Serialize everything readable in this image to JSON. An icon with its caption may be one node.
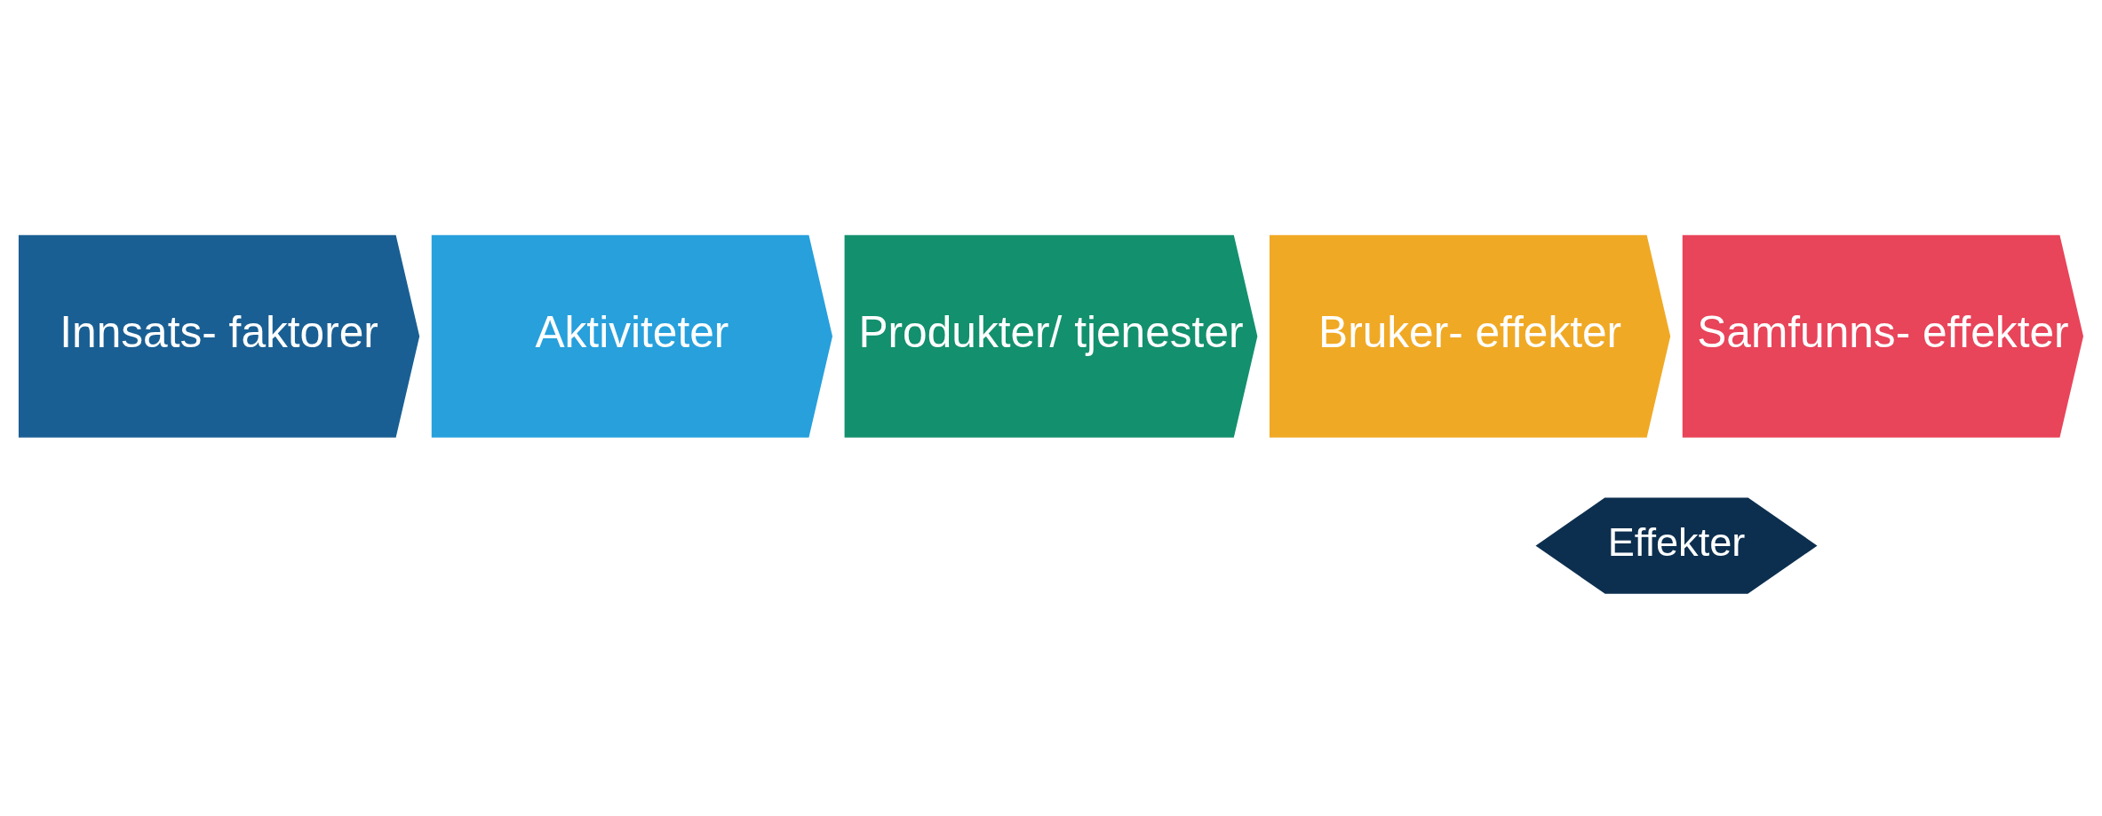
{
  "diagram": {
    "nodes": [
      {
        "text": [
          "Innsats- faktorer"
        ]
      },
      {
        "text": [
          "Aktiviteter"
        ]
      },
      {
        "text": [
          "Produkter/ tjenester"
        ]
      },
      {
        "text": [
          "Bruker- effekter"
        ]
      },
      {
        "text": [
          "Samfunns- effekter"
        ]
      },
      {
        "text": [
          "Effekter"
        ]
      }
    ]
  }
}
